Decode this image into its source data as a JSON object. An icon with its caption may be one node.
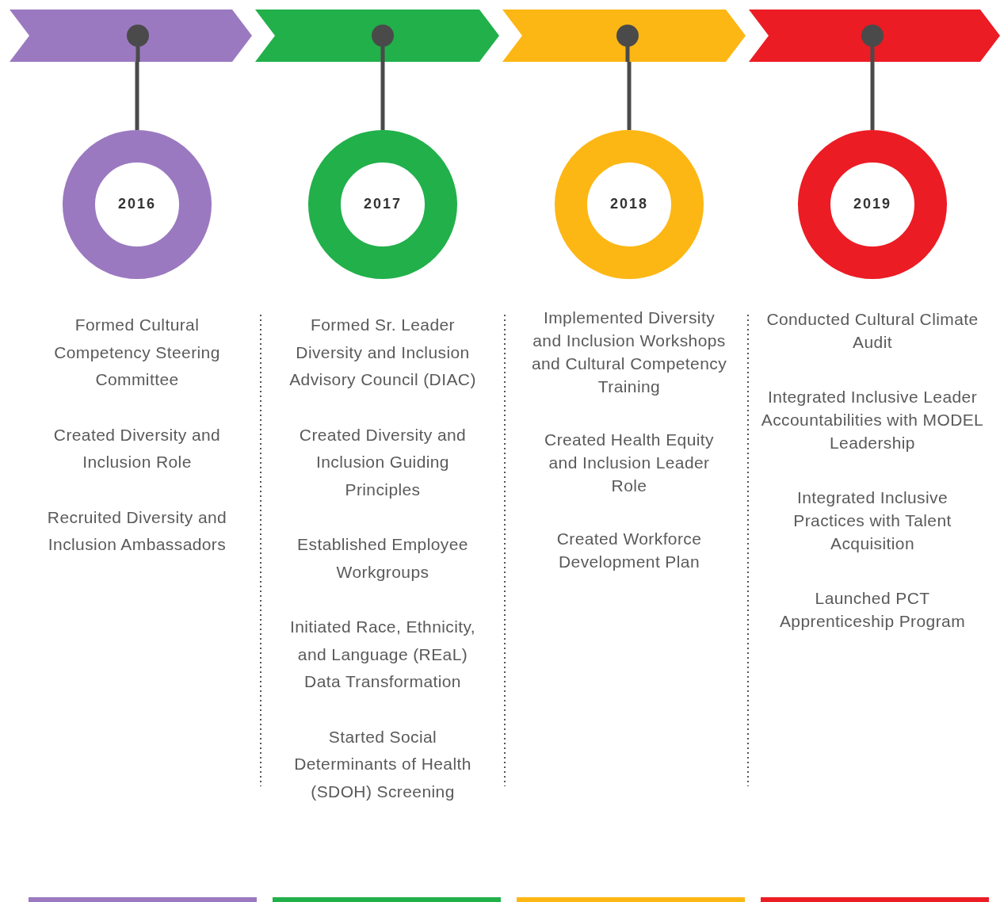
{
  "diagram": {
    "nodes": [
      {
        "text": [],
        "shape": "chevron"
      },
      {
        "text": [],
        "shape": "chevron"
      },
      {
        "text": [],
        "shape": "chevron"
      },
      {
        "text": [],
        "shape": "chevron"
      },
      {
        "text": [
          "2016"
        ],
        "beside": [
          "Formed Cultural Competency Steering Committee",
          "Created Diversity and Inclusion Role",
          "Recruited Diversity and Inclusion Ambassadors"
        ]
      },
      {
        "text": [
          "2017"
        ],
        "beside": [
          "Formed Sr. Leader Diversity and Inclusion Advisory Council (DIAC)",
          "Created Diversity and Inclusion Guiding Principles",
          "Established Employee Workgroups",
          "Initiated Race, Ethnicity, and Language (REaL) Data Transformation",
          "Started Social Determinants of Health (SDOH) Screening"
        ]
      },
      {
        "text": [
          "2018"
        ],
        "beside": [
          "Implemented Diversity and Inclusion Workshops and Cultural Competency Training",
          "Created Health Equity and Inclusion Leader Role",
          "Created Workforce Development Plan"
        ]
      },
      {
        "text": [
          "2019"
        ],
        "beside": [
          "Conducted Cultural Climate Audit",
          "Integrated Inclusive Leader Accountabilities with MODEL Leadership",
          "Integrated Inclusive Practices with Talent Acquisition",
          "Launched PCT Apprenticeship Program"
        ]
      }
    ],
    "edges": [
      {
        "from": 0,
        "to": 4,
        "arrow": "none"
      },
      {
        "from": 1,
        "to": 5,
        "arrow": "none"
      },
      {
        "from": 2,
        "to": 6,
        "arrow": "none"
      },
      {
        "from": 3,
        "to": 7,
        "arrow": "none"
      }
    ]
  }
}
